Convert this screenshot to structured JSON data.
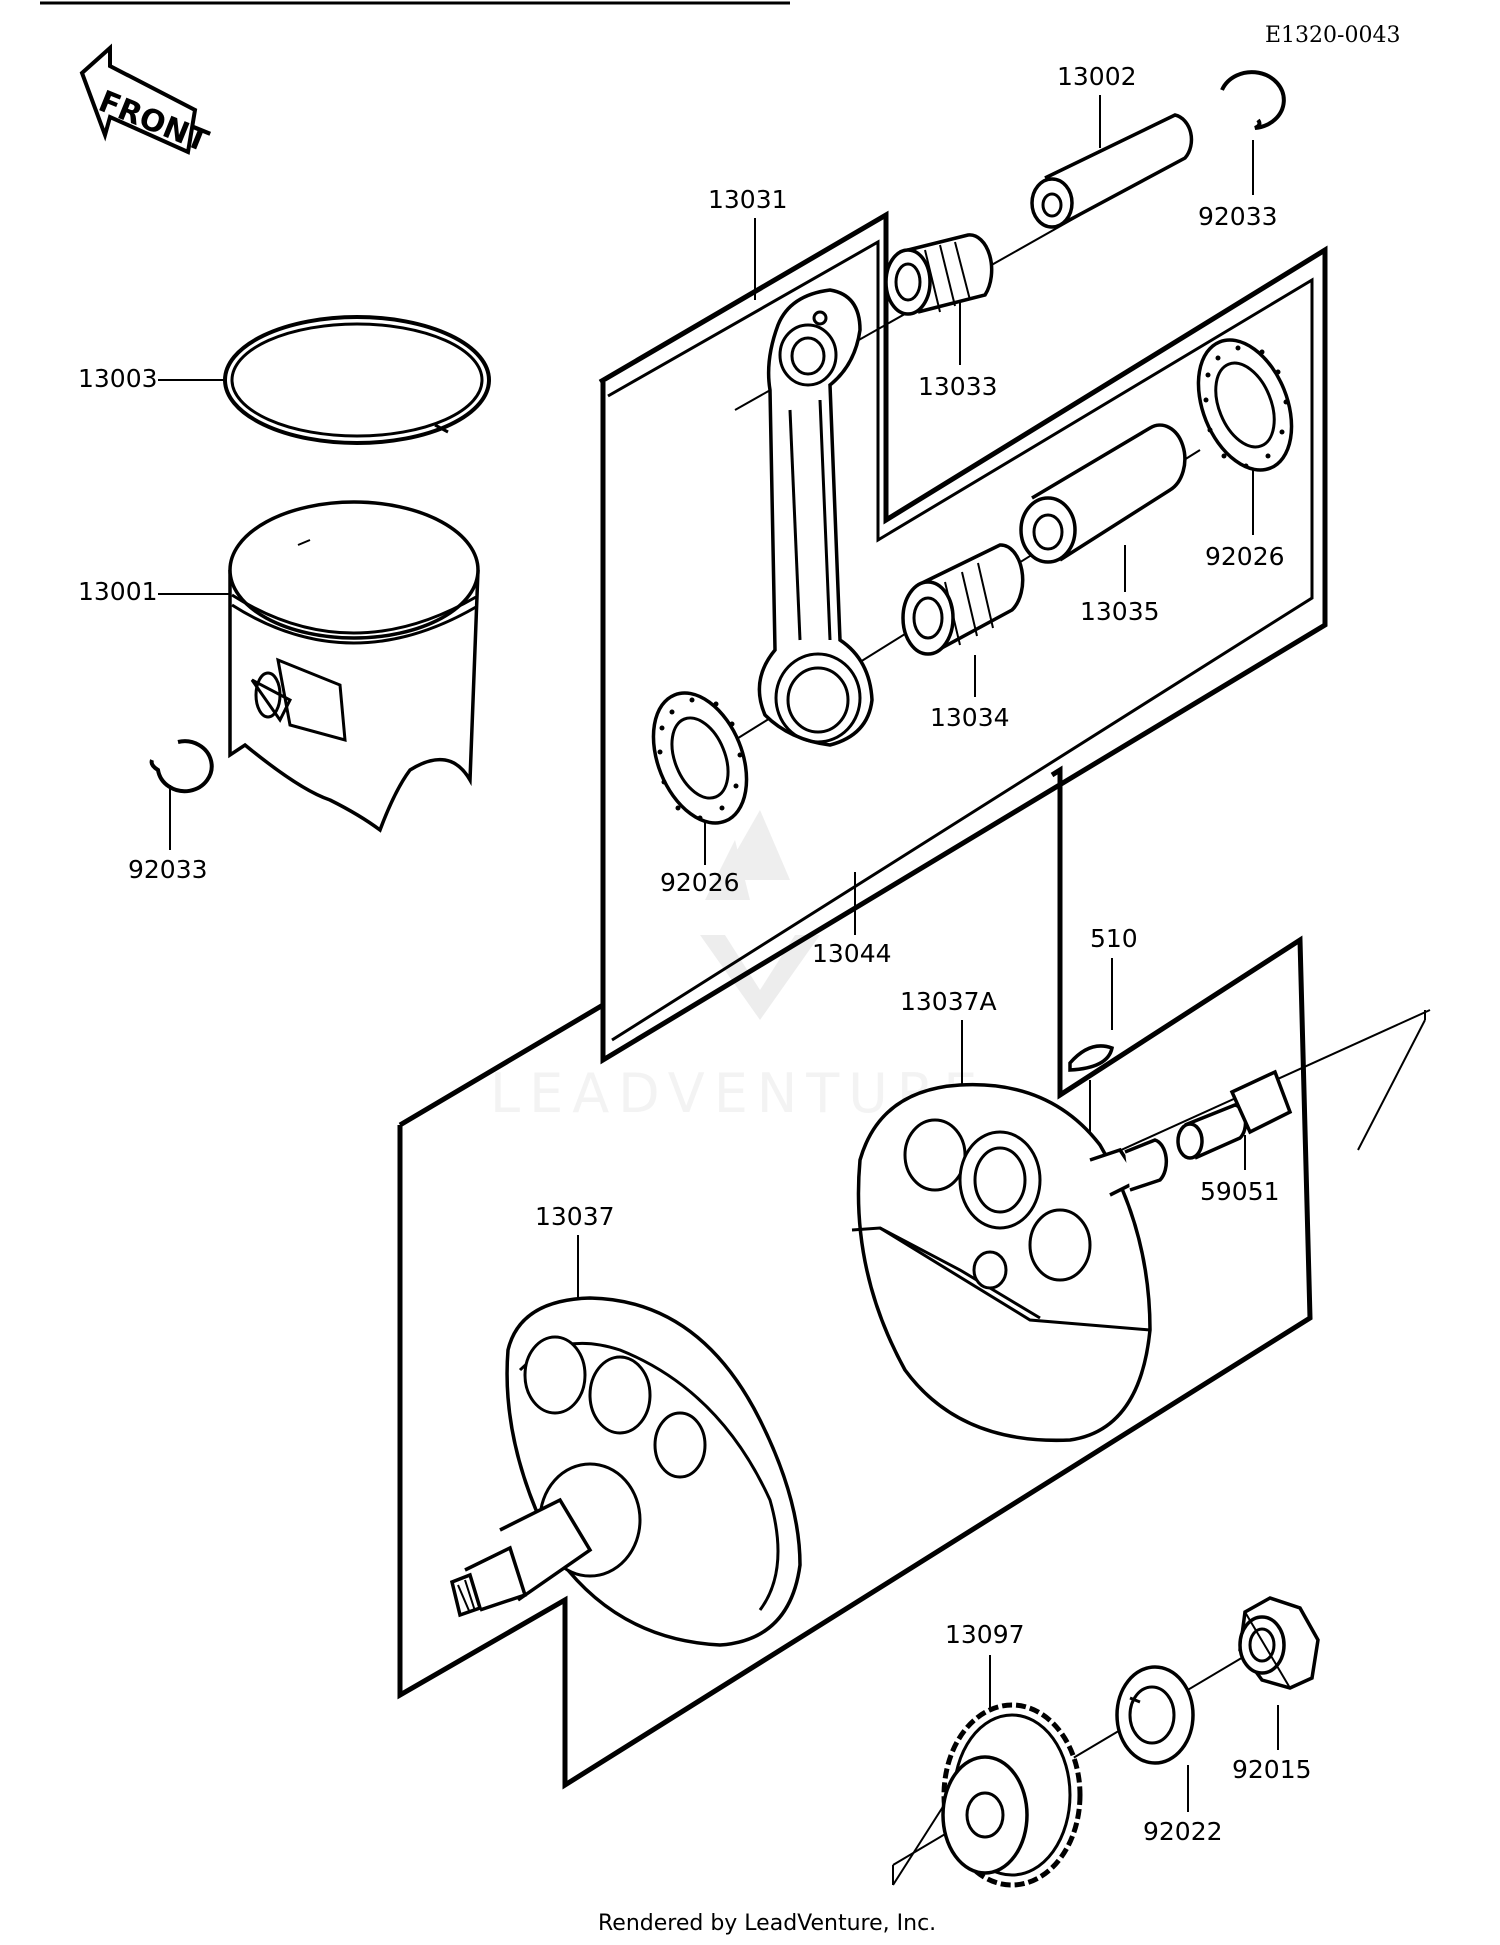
{
  "doc_code": "E1320-0043",
  "front_label": "FRONT",
  "watermark": "LEADVENTURE",
  "footer": "Rendered by LeadVenture, Inc.",
  "parts": {
    "p13002": "13002",
    "p92033_top": "92033",
    "p13031": "13031",
    "p13003": "13003",
    "p13033": "13033",
    "p92026_right": "92026",
    "p13001": "13001",
    "p13035": "13035",
    "p13034": "13034",
    "p92033_left": "92033",
    "p92026_left": "92026",
    "p13044": "13044",
    "p510": "510",
    "p13037A": "13037A",
    "p59051": "59051",
    "p13037": "13037",
    "p13097": "13097",
    "p92015": "92015",
    "p92022": "92022"
  }
}
